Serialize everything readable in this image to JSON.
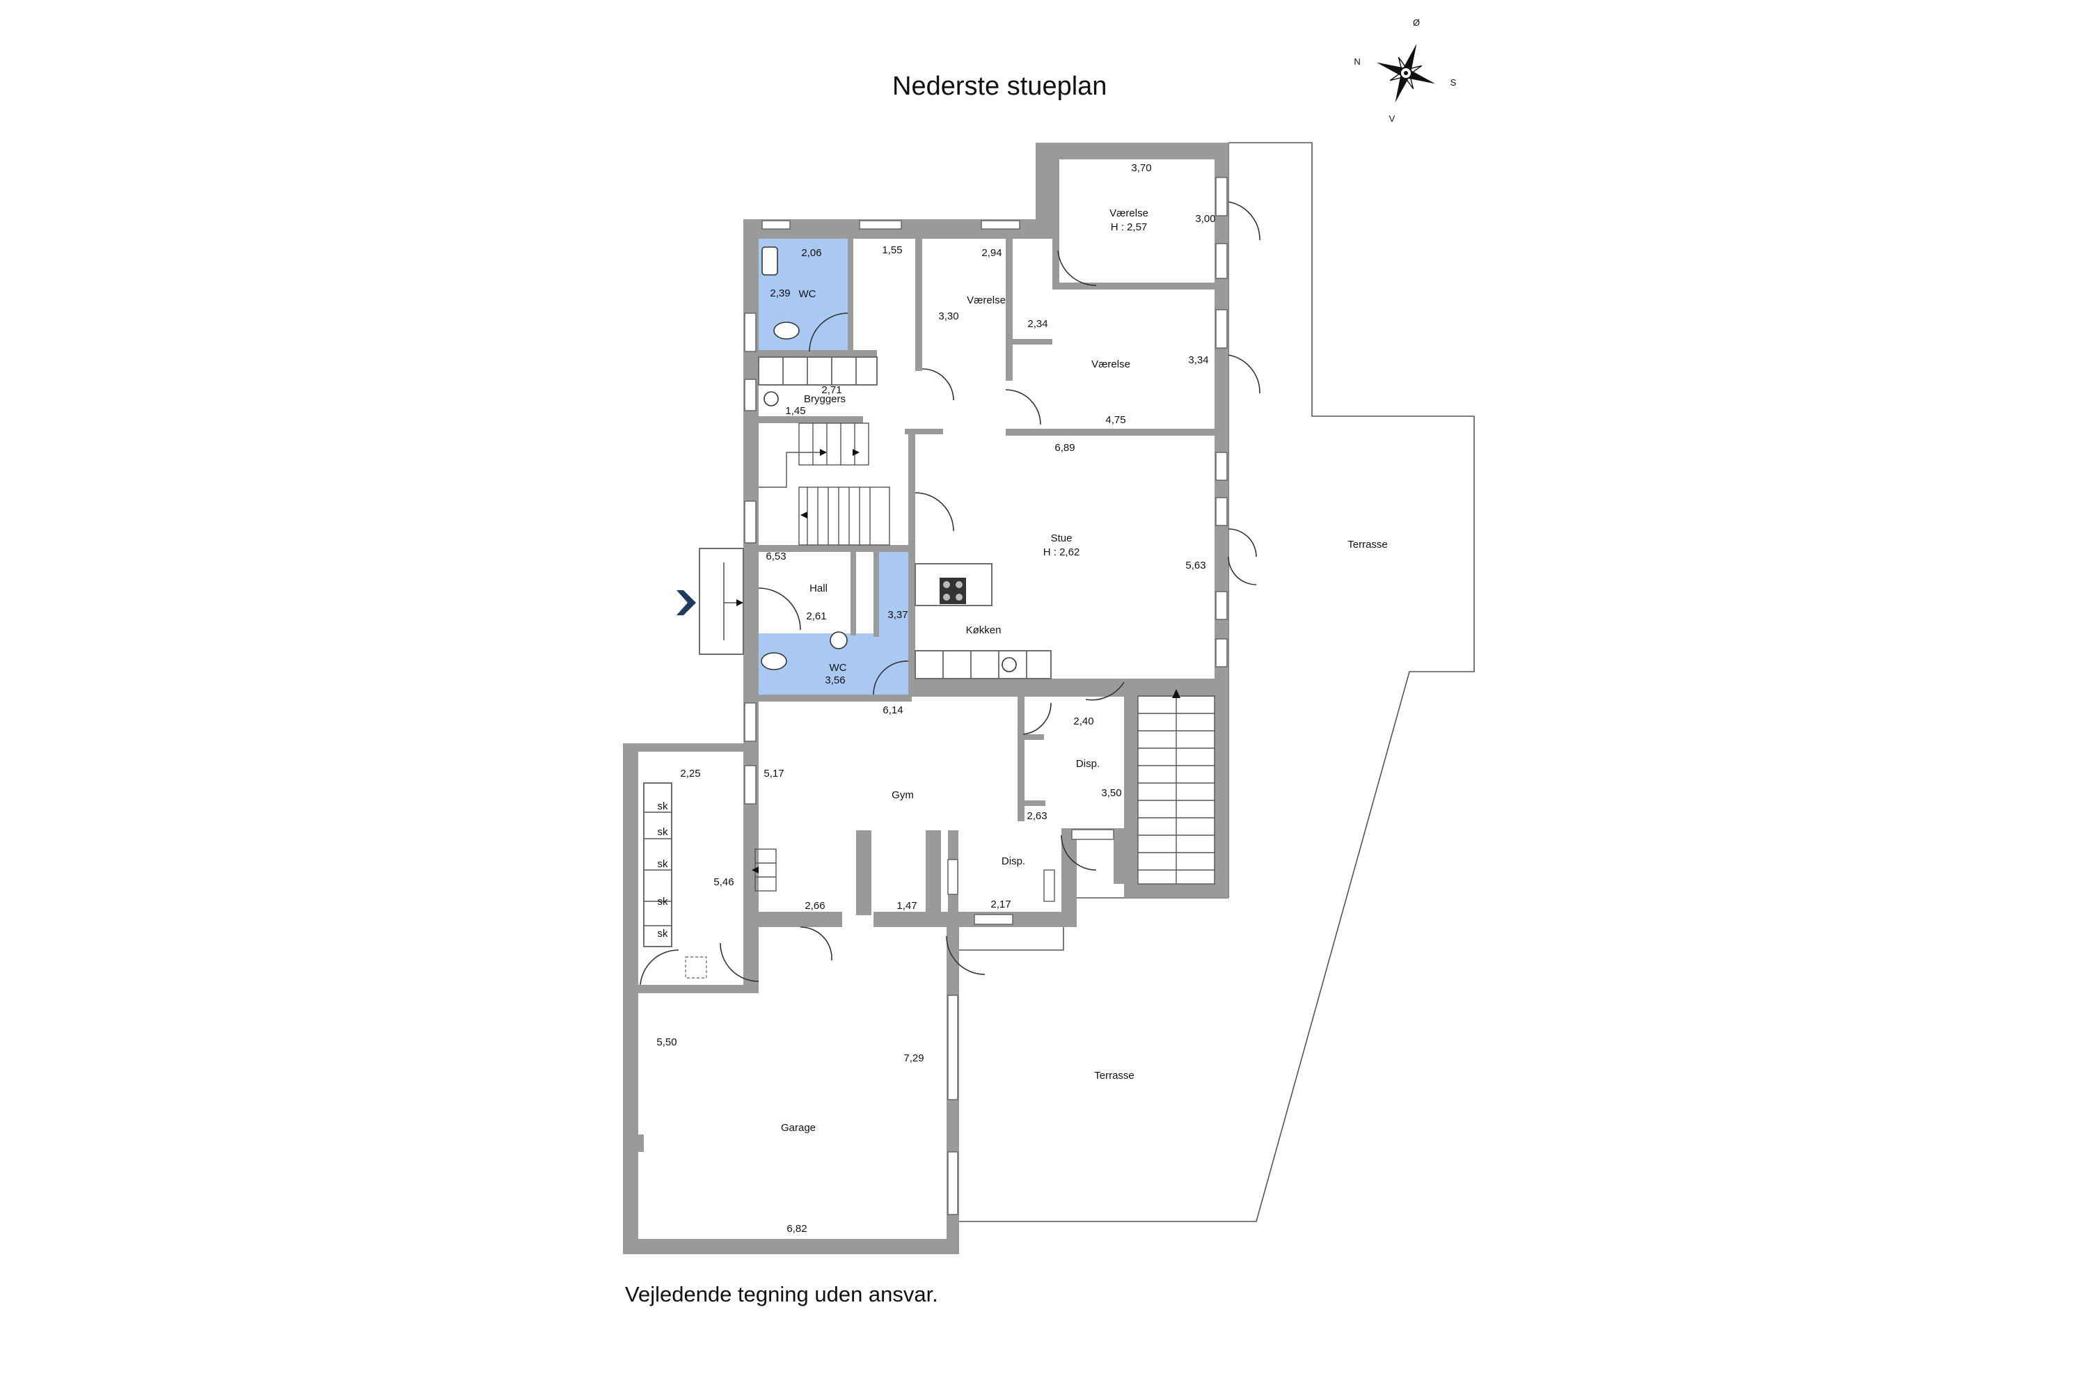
{
  "title": "Nederste stueplan",
  "disclaimer": "Vejledende tegning uden ansvar.",
  "compass": {
    "n": "N",
    "o": "Ø",
    "s": "S",
    "v": "V"
  },
  "rooms": {
    "wc1": "WC",
    "bryggers": "Bryggers",
    "vaerelse1": "Værelse",
    "vaerelse2": "Værelse",
    "vaerelse3": "Værelse",
    "vaerelse3_h": "H : 2,57",
    "stue": "Stue",
    "stue_h": "H : 2,62",
    "hall": "Hall",
    "wc2": "WC",
    "koekken": "Køkken",
    "gym": "Gym",
    "disp1": "Disp.",
    "disp2": "Disp.",
    "garage": "Garage",
    "terrasse1": "Terrasse",
    "terrasse2": "Terrasse",
    "sk": "sk"
  },
  "dimensions": {
    "d_370": "3,70",
    "d_300": "3,00",
    "d_206": "2,06",
    "d_155": "1,55",
    "d_294": "2,94",
    "d_239": "2,39",
    "d_330": "3,30",
    "d_234": "2,34",
    "d_334": "3,34",
    "d_271": "2,71",
    "d_145": "1,45",
    "d_475": "4,75",
    "d_689": "6,89",
    "d_653": "6,53",
    "d_563": "5,63",
    "d_261": "2,61",
    "d_337": "3,37",
    "d_356": "3,56",
    "d_614": "6,14",
    "d_240": "2,40",
    "d_225": "2,25",
    "d_517": "5,17",
    "d_350": "3,50",
    "d_263": "2,63",
    "d_546": "5,46",
    "d_266": "2,66",
    "d_147": "1,47",
    "d_217": "2,17",
    "d_550": "5,50",
    "d_729": "7,29",
    "d_682": "6,82"
  },
  "colors": {
    "wall": "#9a9a9a",
    "wet_room": "#a9c8f2",
    "entrance_arrow": "#1f3a5f"
  }
}
